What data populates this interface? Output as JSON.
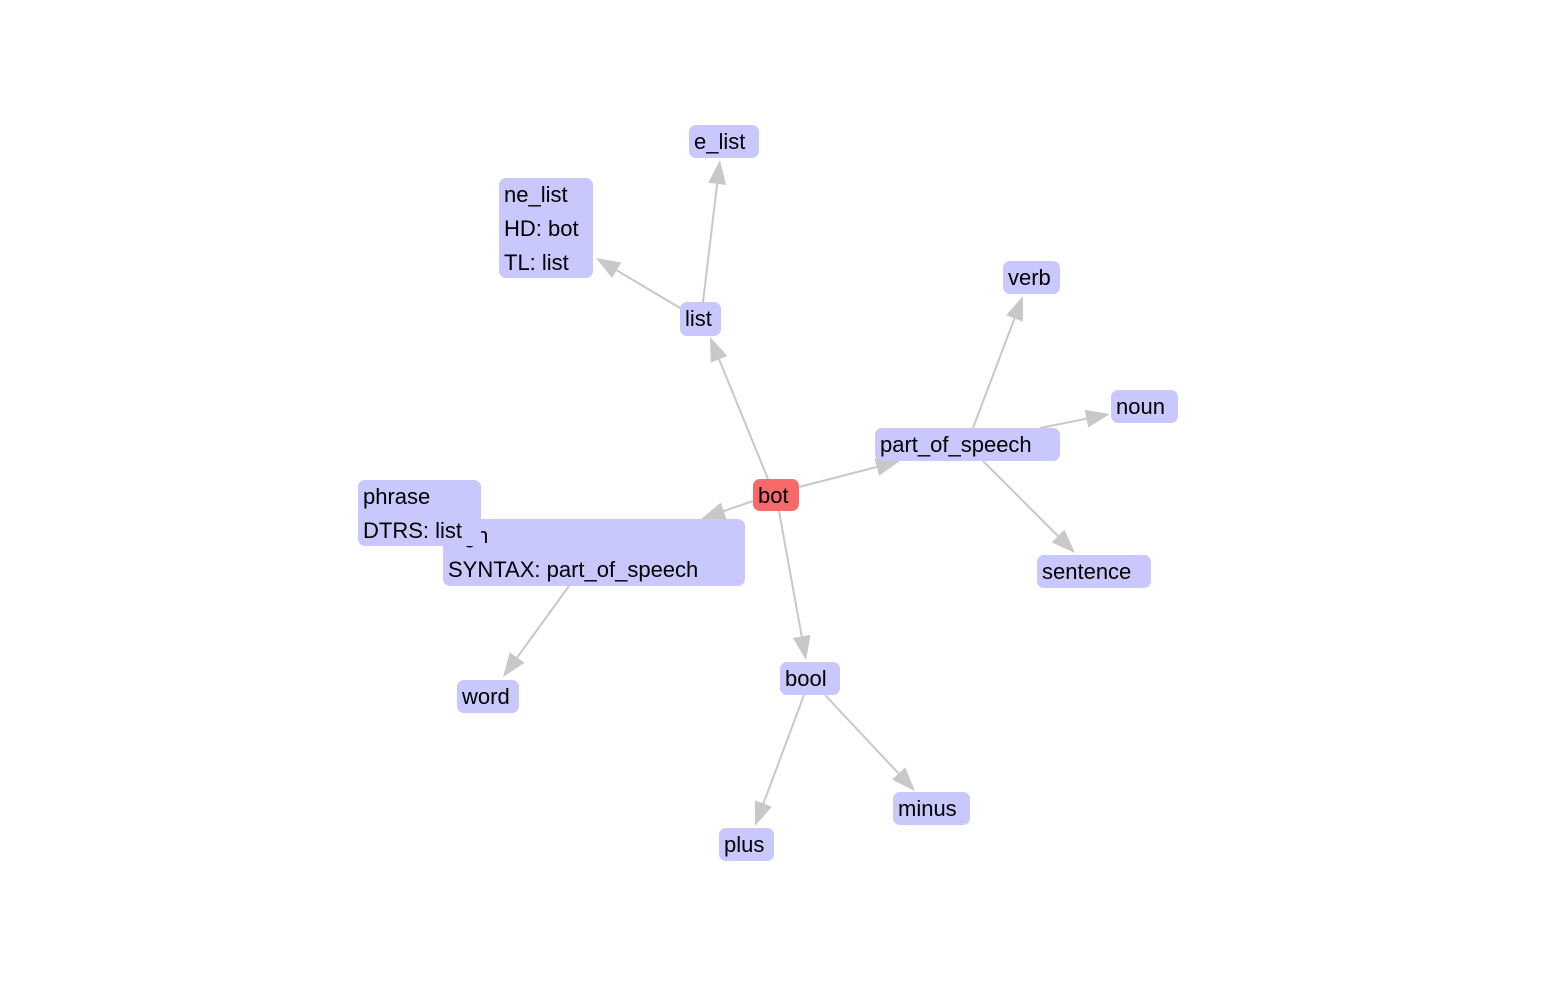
{
  "colors": {
    "node_fill": "#c8c8fc",
    "root_fill": "#f66a6a",
    "edge": "#c8c8c8"
  },
  "nodes": [
    {
      "id": "bot",
      "lines": [
        "bot"
      ],
      "root": true
    },
    {
      "id": "list",
      "lines": [
        "list"
      ]
    },
    {
      "id": "e_list",
      "lines": [
        "e_list"
      ]
    },
    {
      "id": "ne_list",
      "lines": [
        "ne_list",
        "HD: bot",
        "TL: list"
      ]
    },
    {
      "id": "part_of_speech",
      "lines": [
        "part_of_speech"
      ]
    },
    {
      "id": "verb",
      "lines": [
        "verb"
      ]
    },
    {
      "id": "noun",
      "lines": [
        "noun"
      ]
    },
    {
      "id": "sentence",
      "lines": [
        "sentence"
      ]
    },
    {
      "id": "sign",
      "lines": [
        "sign",
        "SYNTAX: part_of_speech"
      ]
    },
    {
      "id": "phrase",
      "lines": [
        "phrase",
        "DTRS: list"
      ]
    },
    {
      "id": "word",
      "lines": [
        "word"
      ]
    },
    {
      "id": "bool",
      "lines": [
        "bool"
      ]
    },
    {
      "id": "plus",
      "lines": [
        "plus"
      ]
    },
    {
      "id": "minus",
      "lines": [
        "minus"
      ]
    }
  ],
  "edges": [
    {
      "from": "bot",
      "to": "list"
    },
    {
      "from": "list",
      "to": "e_list"
    },
    {
      "from": "list",
      "to": "ne_list"
    },
    {
      "from": "bot",
      "to": "part_of_speech"
    },
    {
      "from": "part_of_speech",
      "to": "verb"
    },
    {
      "from": "part_of_speech",
      "to": "noun"
    },
    {
      "from": "part_of_speech",
      "to": "sentence"
    },
    {
      "from": "bot",
      "to": "sign"
    },
    {
      "from": "sign",
      "to": "word"
    },
    {
      "from": "bot",
      "to": "bool"
    },
    {
      "from": "bool",
      "to": "plus"
    },
    {
      "from": "bool",
      "to": "minus"
    }
  ]
}
